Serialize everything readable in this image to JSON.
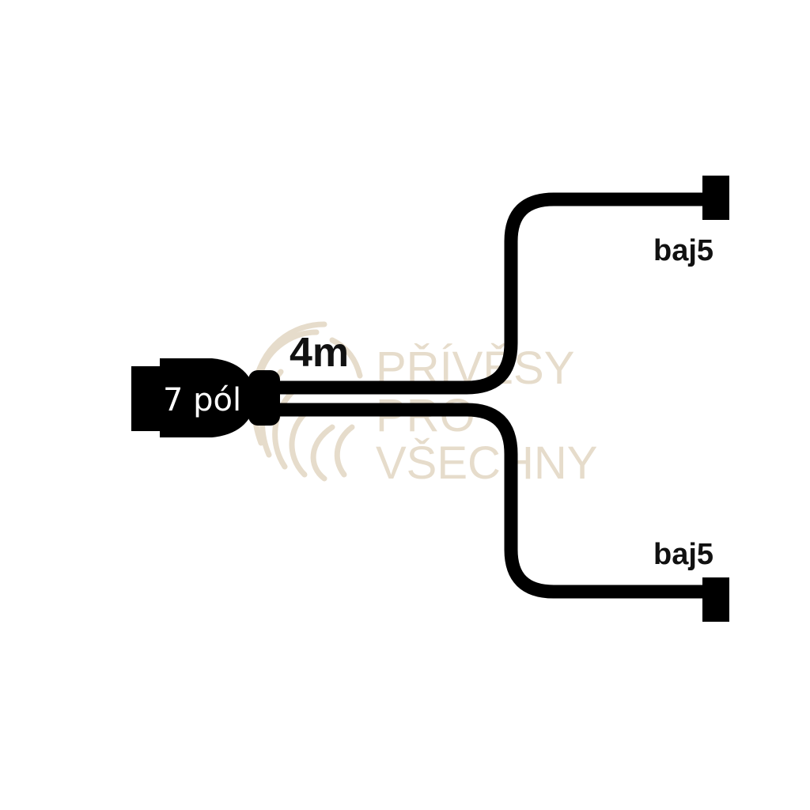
{
  "diagram": {
    "connector_main": {
      "label": "7 pól"
    },
    "cable": {
      "length_label": "4m"
    },
    "connector_top": {
      "label": "baj5"
    },
    "connector_bottom": {
      "label": "baj5"
    }
  },
  "watermark": {
    "lines": [
      "PŘÍVĚSY",
      "PRO",
      "VŠECHNY"
    ]
  },
  "colors": {
    "cable": "#000000",
    "watermark": "#e6dccb",
    "background": "#ffffff"
  }
}
